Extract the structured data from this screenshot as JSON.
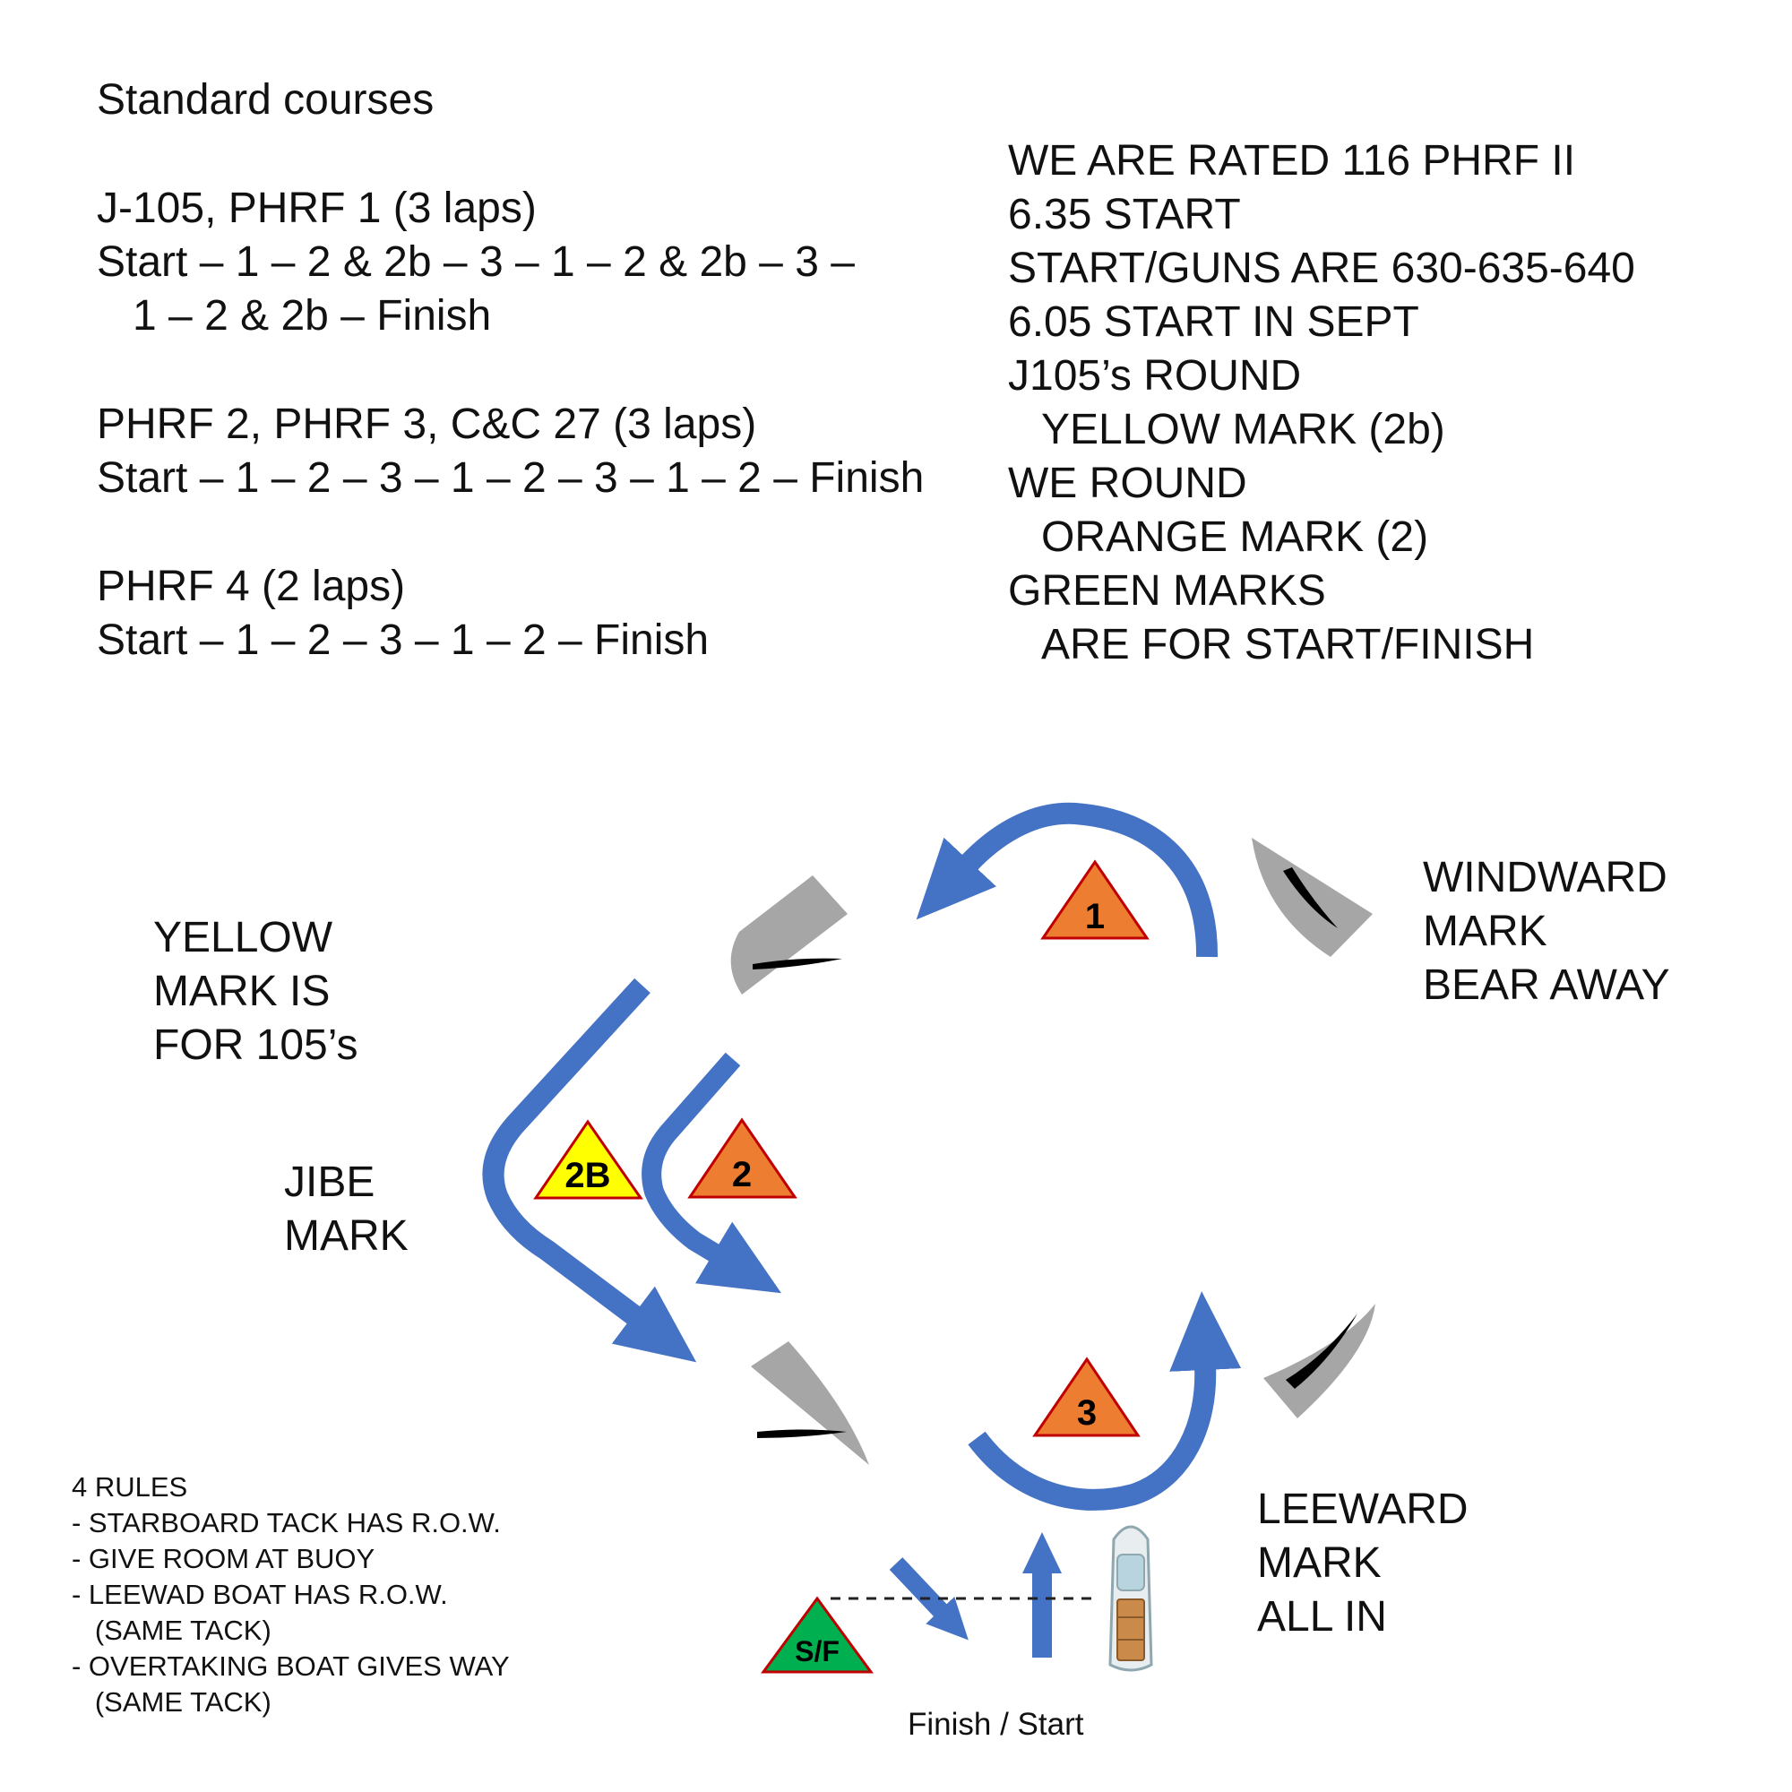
{
  "courses": {
    "title": "Standard courses",
    "groups": [
      {
        "heading": "J-105, PHRF 1 (3 laps)",
        "route_line1": "Start – 1 – 2 & 2b – 3 – 1 – 2 & 2b – 3 –",
        "route_line2": "1 – 2 & 2b – Finish"
      },
      {
        "heading": "PHRF 2, PHRF 3, C&C 27 (3 laps)",
        "route_line1": "Start – 1 – 2 – 3 – 1 – 2 – 3 – 1 – 2 – Finish"
      },
      {
        "heading": "PHRF 4 (2 laps)",
        "route_line1": "Start – 1 – 2 – 3 – 1 – 2 – Finish"
      }
    ]
  },
  "notes": {
    "lines": [
      "WE ARE RATED 116 PHRF II",
      "6.35 START",
      "START/GUNS ARE 630-635-640",
      "6.05 START IN SEPT",
      "J105’s ROUND",
      "YELLOW MARK (2b)",
      "WE ROUND",
      "ORANGE MARK (2)",
      "GREEN MARKS",
      "ARE FOR START/FINISH"
    ]
  },
  "labels": {
    "yellow_mark": [
      "YELLOW",
      "MARK IS",
      "FOR 105’s"
    ],
    "jibe_mark": [
      "JIBE",
      "MARK"
    ],
    "windward_mark": [
      "WINDWARD",
      "MARK",
      "BEAR AWAY"
    ],
    "leeward_mark": [
      "LEEWARD",
      "MARK",
      "ALL IN"
    ],
    "finish_start": "Finish / Start"
  },
  "marks": [
    {
      "label": "1",
      "color": "#ed7d31"
    },
    {
      "label": "2",
      "color": "#ed7d31"
    },
    {
      "label": "2B",
      "color": "#ffff00"
    },
    {
      "label": "3",
      "color": "#ed7d31"
    },
    {
      "label": "S/F",
      "color": "#00b050"
    }
  ],
  "rules": {
    "title": "4 RULES",
    "lines": [
      "- STARBOARD TACK HAS R.O.W.",
      "- GIVE ROOM AT BUOY",
      "- LEEWAD BOAT HAS R.O.W.",
      "   (SAME TACK)",
      "- OVERTAKING BOAT GIVES WAY",
      "   (SAME TACK)"
    ]
  },
  "colors": {
    "arrow": "#4472c4",
    "boat_hull": "#a6a6a6",
    "sail": "#000000",
    "mark_border": "#c00000"
  }
}
